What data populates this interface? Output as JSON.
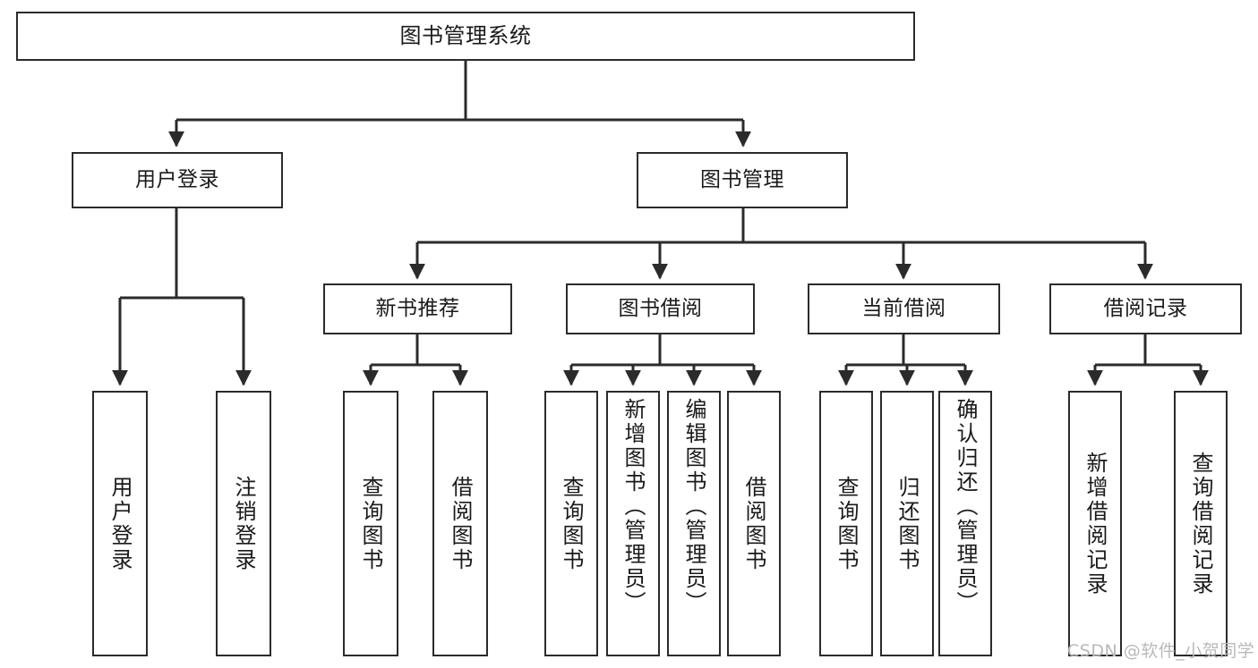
{
  "diagram": {
    "type": "tree-hierarchy",
    "title": "图书管理系统",
    "orientation": "top-down",
    "edge_color": "#2b2b2b",
    "node_border_color": "#2b2b2b",
    "node_fill_color": "#ffffff",
    "text_color": "#1a1a1a"
  },
  "root": {
    "label": "图书管理系统"
  },
  "level2": [
    {
      "label": "用户登录"
    },
    {
      "label": "图书管理"
    }
  ],
  "level3": [
    {
      "label": "新书推荐"
    },
    {
      "label": "图书借阅"
    },
    {
      "label": "当前借阅"
    },
    {
      "label": "借阅记录"
    }
  ],
  "leaves": {
    "user_login": [
      {
        "label": "用户登录"
      },
      {
        "label": "注销登录"
      }
    ],
    "new_book_recommend": [
      {
        "label": "查询图书"
      },
      {
        "label": "借阅图书"
      }
    ],
    "book_borrow": [
      {
        "label": "查询图书"
      },
      {
        "label": "新增图书（管理员）"
      },
      {
        "label": "编辑图书（管理员）"
      },
      {
        "label": "借阅图书"
      }
    ],
    "current_borrow": [
      {
        "label": "查询图书"
      },
      {
        "label": "归还图书"
      },
      {
        "label": "确认归还（管理员）"
      }
    ],
    "borrow_record": [
      {
        "label": "新增借阅记录"
      },
      {
        "label": "查询借阅记录"
      }
    ]
  },
  "watermark": {
    "text": "CSDN @软件_小贺同学"
  }
}
